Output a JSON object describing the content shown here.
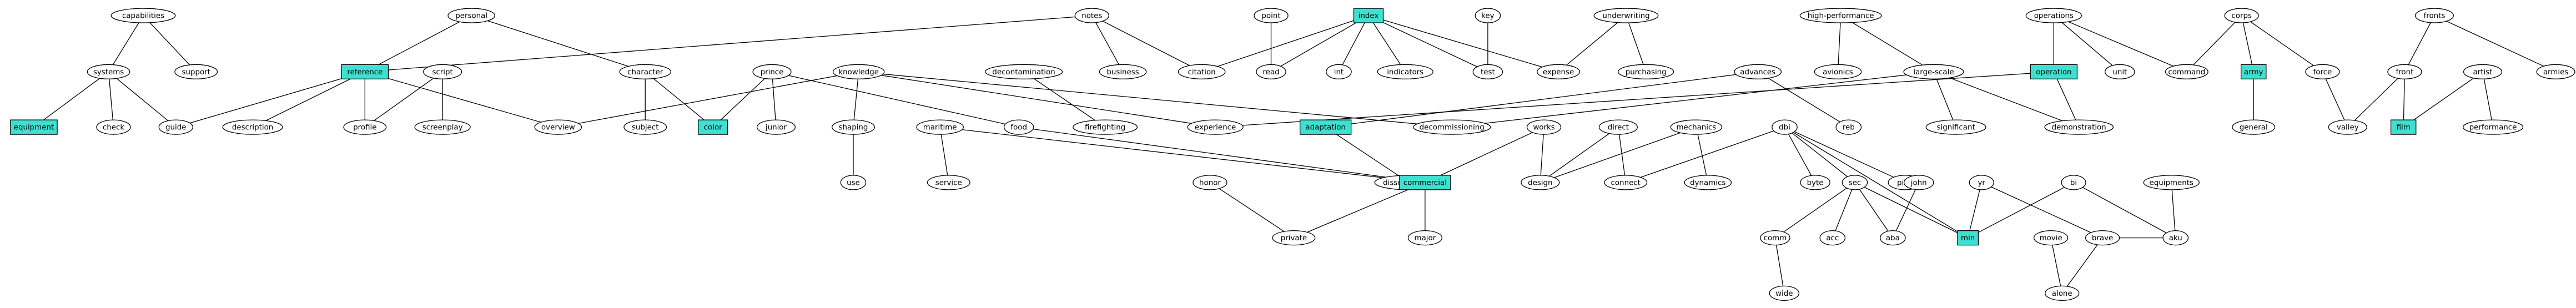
{
  "graph": {
    "highlight_color": "#40e0d0",
    "nodes": [
      {
        "id": "capabilities",
        "label": "capabilities",
        "highlighted": false
      },
      {
        "id": "personal",
        "label": "personal",
        "highlighted": false
      },
      {
        "id": "notes",
        "label": "notes",
        "highlighted": false
      },
      {
        "id": "point",
        "label": "point",
        "highlighted": false
      },
      {
        "id": "index",
        "label": "index",
        "highlighted": true
      },
      {
        "id": "key",
        "label": "key",
        "highlighted": false
      },
      {
        "id": "underwriting",
        "label": "underwriting",
        "highlighted": false
      },
      {
        "id": "high-performance",
        "label": "high-performance",
        "highlighted": false
      },
      {
        "id": "operations",
        "label": "operations",
        "highlighted": false
      },
      {
        "id": "corps",
        "label": "corps",
        "highlighted": false
      },
      {
        "id": "fronts",
        "label": "fronts",
        "highlighted": false
      },
      {
        "id": "systems",
        "label": "systems",
        "highlighted": false
      },
      {
        "id": "support",
        "label": "support",
        "highlighted": false
      },
      {
        "id": "reference",
        "label": "reference",
        "highlighted": true
      },
      {
        "id": "script",
        "label": "script",
        "highlighted": false
      },
      {
        "id": "character",
        "label": "character",
        "highlighted": false
      },
      {
        "id": "prince",
        "label": "prince",
        "highlighted": false
      },
      {
        "id": "knowledge",
        "label": "knowledge",
        "highlighted": false
      },
      {
        "id": "decontamination",
        "label": "decontamination",
        "highlighted": false
      },
      {
        "id": "business",
        "label": "business",
        "highlighted": false
      },
      {
        "id": "citation",
        "label": "citation",
        "highlighted": false
      },
      {
        "id": "read",
        "label": "read",
        "highlighted": false
      },
      {
        "id": "int",
        "label": "int",
        "highlighted": false
      },
      {
        "id": "indicators",
        "label": "indicators",
        "highlighted": false
      },
      {
        "id": "test",
        "label": "test",
        "highlighted": false
      },
      {
        "id": "expense",
        "label": "expense",
        "highlighted": false
      },
      {
        "id": "purchasing",
        "label": "purchasing",
        "highlighted": false
      },
      {
        "id": "advances",
        "label": "advances",
        "highlighted": false
      },
      {
        "id": "avionics",
        "label": "avionics",
        "highlighted": false
      },
      {
        "id": "large-scale",
        "label": "large-scale",
        "highlighted": false
      },
      {
        "id": "operation",
        "label": "operation",
        "highlighted": true
      },
      {
        "id": "unit",
        "label": "unit",
        "highlighted": false
      },
      {
        "id": "command",
        "label": "command",
        "highlighted": false
      },
      {
        "id": "army",
        "label": "army",
        "highlighted": true
      },
      {
        "id": "force",
        "label": "force",
        "highlighted": false
      },
      {
        "id": "front",
        "label": "front",
        "highlighted": false
      },
      {
        "id": "artist",
        "label": "artist",
        "highlighted": false
      },
      {
        "id": "armies",
        "label": "armies",
        "highlighted": false
      },
      {
        "id": "equipment",
        "label": "equipment",
        "highlighted": true
      },
      {
        "id": "check",
        "label": "check",
        "highlighted": false
      },
      {
        "id": "guide",
        "label": "guide",
        "highlighted": false
      },
      {
        "id": "description",
        "label": "description",
        "highlighted": false
      },
      {
        "id": "profile",
        "label": "profile",
        "highlighted": false
      },
      {
        "id": "screenplay",
        "label": "screenplay",
        "highlighted": false
      },
      {
        "id": "overview",
        "label": "overview",
        "highlighted": false
      },
      {
        "id": "subject",
        "label": "subject",
        "highlighted": false
      },
      {
        "id": "color",
        "label": "color",
        "highlighted": true
      },
      {
        "id": "junior",
        "label": "junior",
        "highlighted": false
      },
      {
        "id": "shaping",
        "label": "shaping",
        "highlighted": false
      },
      {
        "id": "maritime",
        "label": "maritime",
        "highlighted": false
      },
      {
        "id": "food",
        "label": "food",
        "highlighted": false
      },
      {
        "id": "firefighting",
        "label": "firefighting",
        "highlighted": false
      },
      {
        "id": "experience",
        "label": "experience",
        "highlighted": false
      },
      {
        "id": "adaptation",
        "label": "adaptation",
        "highlighted": true
      },
      {
        "id": "decommissioning",
        "label": "decommissioning",
        "highlighted": false
      },
      {
        "id": "works",
        "label": "works",
        "highlighted": false
      },
      {
        "id": "direct",
        "label": "direct",
        "highlighted": false
      },
      {
        "id": "mechanics",
        "label": "mechanics",
        "highlighted": false
      },
      {
        "id": "dbi",
        "label": "dbi",
        "highlighted": false
      },
      {
        "id": "reb",
        "label": "reb",
        "highlighted": false
      },
      {
        "id": "significant",
        "label": "significant",
        "highlighted": false
      },
      {
        "id": "demonstration",
        "label": "demonstration",
        "highlighted": false
      },
      {
        "id": "general",
        "label": "general",
        "highlighted": false
      },
      {
        "id": "valley",
        "label": "valley",
        "highlighted": false
      },
      {
        "id": "film",
        "label": "film",
        "highlighted": true
      },
      {
        "id": "performance",
        "label": "performance",
        "highlighted": false
      },
      {
        "id": "use",
        "label": "use",
        "highlighted": false
      },
      {
        "id": "service",
        "label": "service",
        "highlighted": false
      },
      {
        "id": "dissemination",
        "label": "dissemination",
        "highlighted": false
      },
      {
        "id": "commercial",
        "label": "commercial",
        "highlighted": true
      },
      {
        "id": "design",
        "label": "design",
        "highlighted": false
      },
      {
        "id": "connect",
        "label": "connect",
        "highlighted": false
      },
      {
        "id": "dynamics",
        "label": "dynamics",
        "highlighted": false
      },
      {
        "id": "byte",
        "label": "byte",
        "highlighted": false
      },
      {
        "id": "sec",
        "label": "sec",
        "highlighted": false
      },
      {
        "id": "pilot",
        "label": "pilot",
        "highlighted": false
      },
      {
        "id": "honor",
        "label": "honor",
        "highlighted": false
      },
      {
        "id": "john",
        "label": "john",
        "highlighted": false
      },
      {
        "id": "yr",
        "label": "yr",
        "highlighted": false
      },
      {
        "id": "bi",
        "label": "bi",
        "highlighted": false
      },
      {
        "id": "equipments",
        "label": "equipments",
        "highlighted": false
      },
      {
        "id": "private",
        "label": "private",
        "highlighted": false
      },
      {
        "id": "major",
        "label": "major",
        "highlighted": false
      },
      {
        "id": "comm",
        "label": "comm",
        "highlighted": false
      },
      {
        "id": "acc",
        "label": "acc",
        "highlighted": false
      },
      {
        "id": "aba",
        "label": "aba",
        "highlighted": false
      },
      {
        "id": "min",
        "label": "min",
        "highlighted": true
      },
      {
        "id": "movie",
        "label": "movie",
        "highlighted": false
      },
      {
        "id": "brave",
        "label": "brave",
        "highlighted": false
      },
      {
        "id": "aku",
        "label": "aku",
        "highlighted": false
      },
      {
        "id": "wide",
        "label": "wide",
        "highlighted": false
      },
      {
        "id": "alone",
        "label": "alone",
        "highlighted": false
      }
    ],
    "edges": [
      [
        "capabilities",
        "systems"
      ],
      [
        "capabilities",
        "support"
      ],
      [
        "systems",
        "equipment"
      ],
      [
        "systems",
        "check"
      ],
      [
        "systems",
        "guide"
      ],
      [
        "personal",
        "reference"
      ],
      [
        "personal",
        "character"
      ],
      [
        "notes",
        "reference"
      ],
      [
        "notes",
        "business"
      ],
      [
        "notes",
        "citation"
      ],
      [
        "reference",
        "guide"
      ],
      [
        "reference",
        "description"
      ],
      [
        "reference",
        "profile"
      ],
      [
        "reference",
        "overview"
      ],
      [
        "script",
        "profile"
      ],
      [
        "script",
        "screenplay"
      ],
      [
        "character",
        "subject"
      ],
      [
        "character",
        "color"
      ],
      [
        "prince",
        "color"
      ],
      [
        "prince",
        "junior"
      ],
      [
        "prince",
        "food"
      ],
      [
        "knowledge",
        "overview"
      ],
      [
        "knowledge",
        "shaping"
      ],
      [
        "knowledge",
        "experience"
      ],
      [
        "knowledge",
        "decommissioning"
      ],
      [
        "shaping",
        "use"
      ],
      [
        "decontamination",
        "firefighting"
      ],
      [
        "point",
        "read"
      ],
      [
        "index",
        "citation"
      ],
      [
        "index",
        "read"
      ],
      [
        "index",
        "int"
      ],
      [
        "index",
        "indicators"
      ],
      [
        "index",
        "test"
      ],
      [
        "index",
        "expense"
      ],
      [
        "key",
        "test"
      ],
      [
        "underwriting",
        "expense"
      ],
      [
        "underwriting",
        "purchasing"
      ],
      [
        "advances",
        "adaptation"
      ],
      [
        "advances",
        "reb"
      ],
      [
        "high-performance",
        "avionics"
      ],
      [
        "high-performance",
        "large-scale"
      ],
      [
        "large-scale",
        "significant"
      ],
      [
        "large-scale",
        "demonstration"
      ],
      [
        "large-scale",
        "decommissioning"
      ],
      [
        "operations",
        "operation"
      ],
      [
        "operations",
        "unit"
      ],
      [
        "operations",
        "command"
      ],
      [
        "operation",
        "experience"
      ],
      [
        "operation",
        "demonstration"
      ],
      [
        "corps",
        "command"
      ],
      [
        "corps",
        "army"
      ],
      [
        "corps",
        "force"
      ],
      [
        "army",
        "general"
      ],
      [
        "force",
        "valley"
      ],
      [
        "fronts",
        "front"
      ],
      [
        "fronts",
        "armies"
      ],
      [
        "front",
        "valley"
      ],
      [
        "front",
        "film"
      ],
      [
        "artist",
        "film"
      ],
      [
        "artist",
        "performance"
      ],
      [
        "adaptation",
        "dissemination"
      ],
      [
        "maritime",
        "service"
      ],
      [
        "maritime",
        "commercial"
      ],
      [
        "food",
        "commercial"
      ],
      [
        "works",
        "commercial"
      ],
      [
        "works",
        "design"
      ],
      [
        "direct",
        "design"
      ],
      [
        "direct",
        "connect"
      ],
      [
        "mechanics",
        "design"
      ],
      [
        "mechanics",
        "dynamics"
      ],
      [
        "dbi",
        "connect"
      ],
      [
        "dbi",
        "byte"
      ],
      [
        "dbi",
        "sec"
      ],
      [
        "dbi",
        "pilot"
      ],
      [
        "dbi",
        "min"
      ],
      [
        "commercial",
        "private"
      ],
      [
        "commercial",
        "major"
      ],
      [
        "honor",
        "private"
      ],
      [
        "sec",
        "comm"
      ],
      [
        "sec",
        "acc"
      ],
      [
        "sec",
        "aba"
      ],
      [
        "sec",
        "min"
      ],
      [
        "comm",
        "wide"
      ],
      [
        "john",
        "aba"
      ],
      [
        "yr",
        "min"
      ],
      [
        "yr",
        "brave"
      ],
      [
        "bi",
        "min"
      ],
      [
        "bi",
        "aku"
      ],
      [
        "brave",
        "aku"
      ],
      [
        "brave",
        "alone"
      ],
      [
        "movie",
        "alone"
      ],
      [
        "equipments",
        "aku"
      ]
    ]
  }
}
